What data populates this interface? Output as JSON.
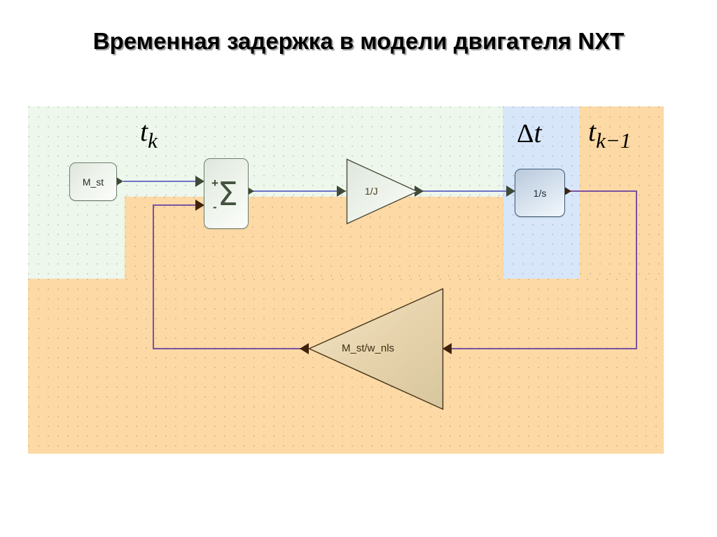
{
  "slide": {
    "title": "Временная задержка в модели двигателя NXT",
    "background_color": "#ffffff"
  },
  "diagram": {
    "type": "block-diagram",
    "regions": [
      {
        "name": "t_k",
        "label_base": "t",
        "label_sub": "k",
        "color": "#edf7ec",
        "tint": "green"
      },
      {
        "name": "delta_t",
        "label_base": "t",
        "label_prefix": "Δ",
        "color": "#d7e6f9",
        "tint": "blue"
      },
      {
        "name": "t_k_minus_1",
        "label_base": "t",
        "label_sub": "k− 1",
        "color": "#fcd9a5",
        "tint": "orange"
      }
    ],
    "labels": {
      "tk": {
        "base": "t",
        "sub": "k"
      },
      "delta_t": {
        "greek": "Δ",
        "base": "t"
      },
      "tk1": {
        "base": "t",
        "sub": "k−1"
      }
    },
    "blocks": [
      {
        "id": "source",
        "label": "M_st",
        "kind": "source-block"
      },
      {
        "id": "sum",
        "label": "Σ",
        "kind": "summation-block",
        "plus": "+",
        "minus": "-"
      },
      {
        "id": "gain_inertia",
        "label": "1/J",
        "kind": "gain-triangle"
      },
      {
        "id": "integrator",
        "label": "1/s",
        "kind": "integrator-block"
      },
      {
        "id": "gain_feedback",
        "label": "M_st/w_nls",
        "kind": "gain-triangle-feedback"
      }
    ],
    "wire_colors": {
      "forward": "#6f73c4",
      "feedback": "#7a53a0",
      "arrow_forward": "#3f4a36",
      "arrow_feedback": "#42210b"
    }
  }
}
